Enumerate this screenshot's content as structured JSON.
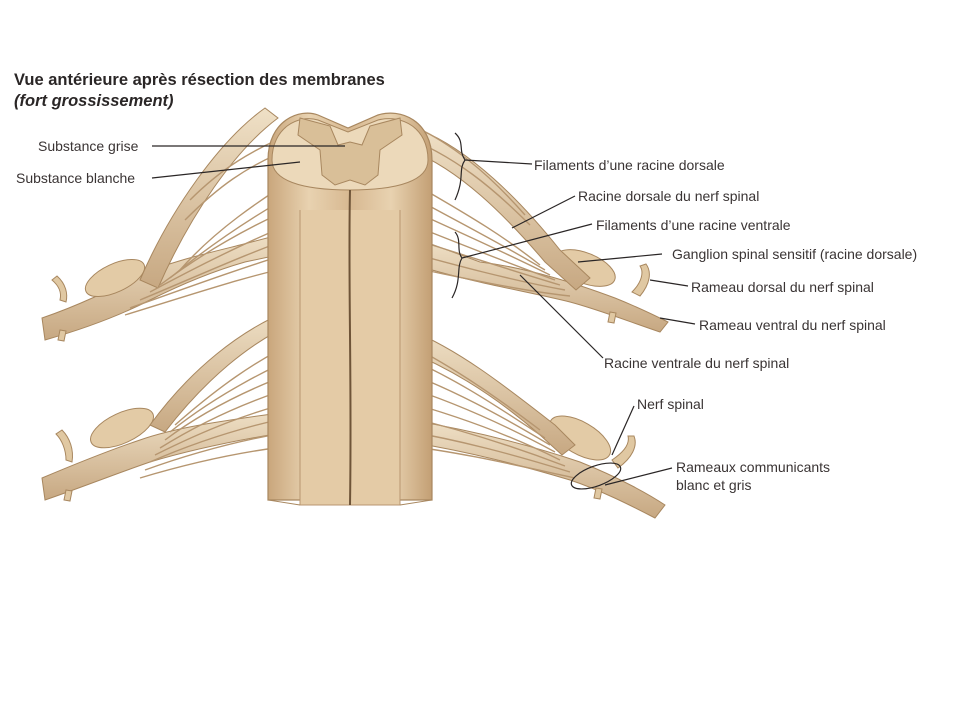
{
  "figure": {
    "title": "Vue antérieure après résection des membranes",
    "subtitle": "(fort grossissement)"
  },
  "labels": {
    "substance_grise": "Substance grise",
    "substance_blanche": "Substance blanche",
    "filaments_racine_dorsale": "Filaments d’une racine dorsale",
    "racine_dorsale": "Racine dorsale du nerf spinal",
    "filaments_racine_ventrale": "Filaments d’une racine ventrale",
    "ganglion_spinal": "Ganglion spinal sensitif (racine dorsale)",
    "rameau_dorsal": "Rameau dorsal du nerf spinal",
    "rameau_ventral": "Rameau ventral du nerf spinal",
    "racine_ventrale": "Racine ventrale du nerf spinal",
    "nerf_spinal": "Nerf spinal",
    "rameaux_communicants_1": "Rameaux communicants",
    "rameaux_communicants_2": "blanc et gris"
  },
  "colors": {
    "tissue": "#e6d3b3",
    "tissue_shadow": "#c9ab84",
    "tissue_dark": "#a8875f",
    "leader_line": "#2a2626",
    "text": "#3a3434"
  }
}
